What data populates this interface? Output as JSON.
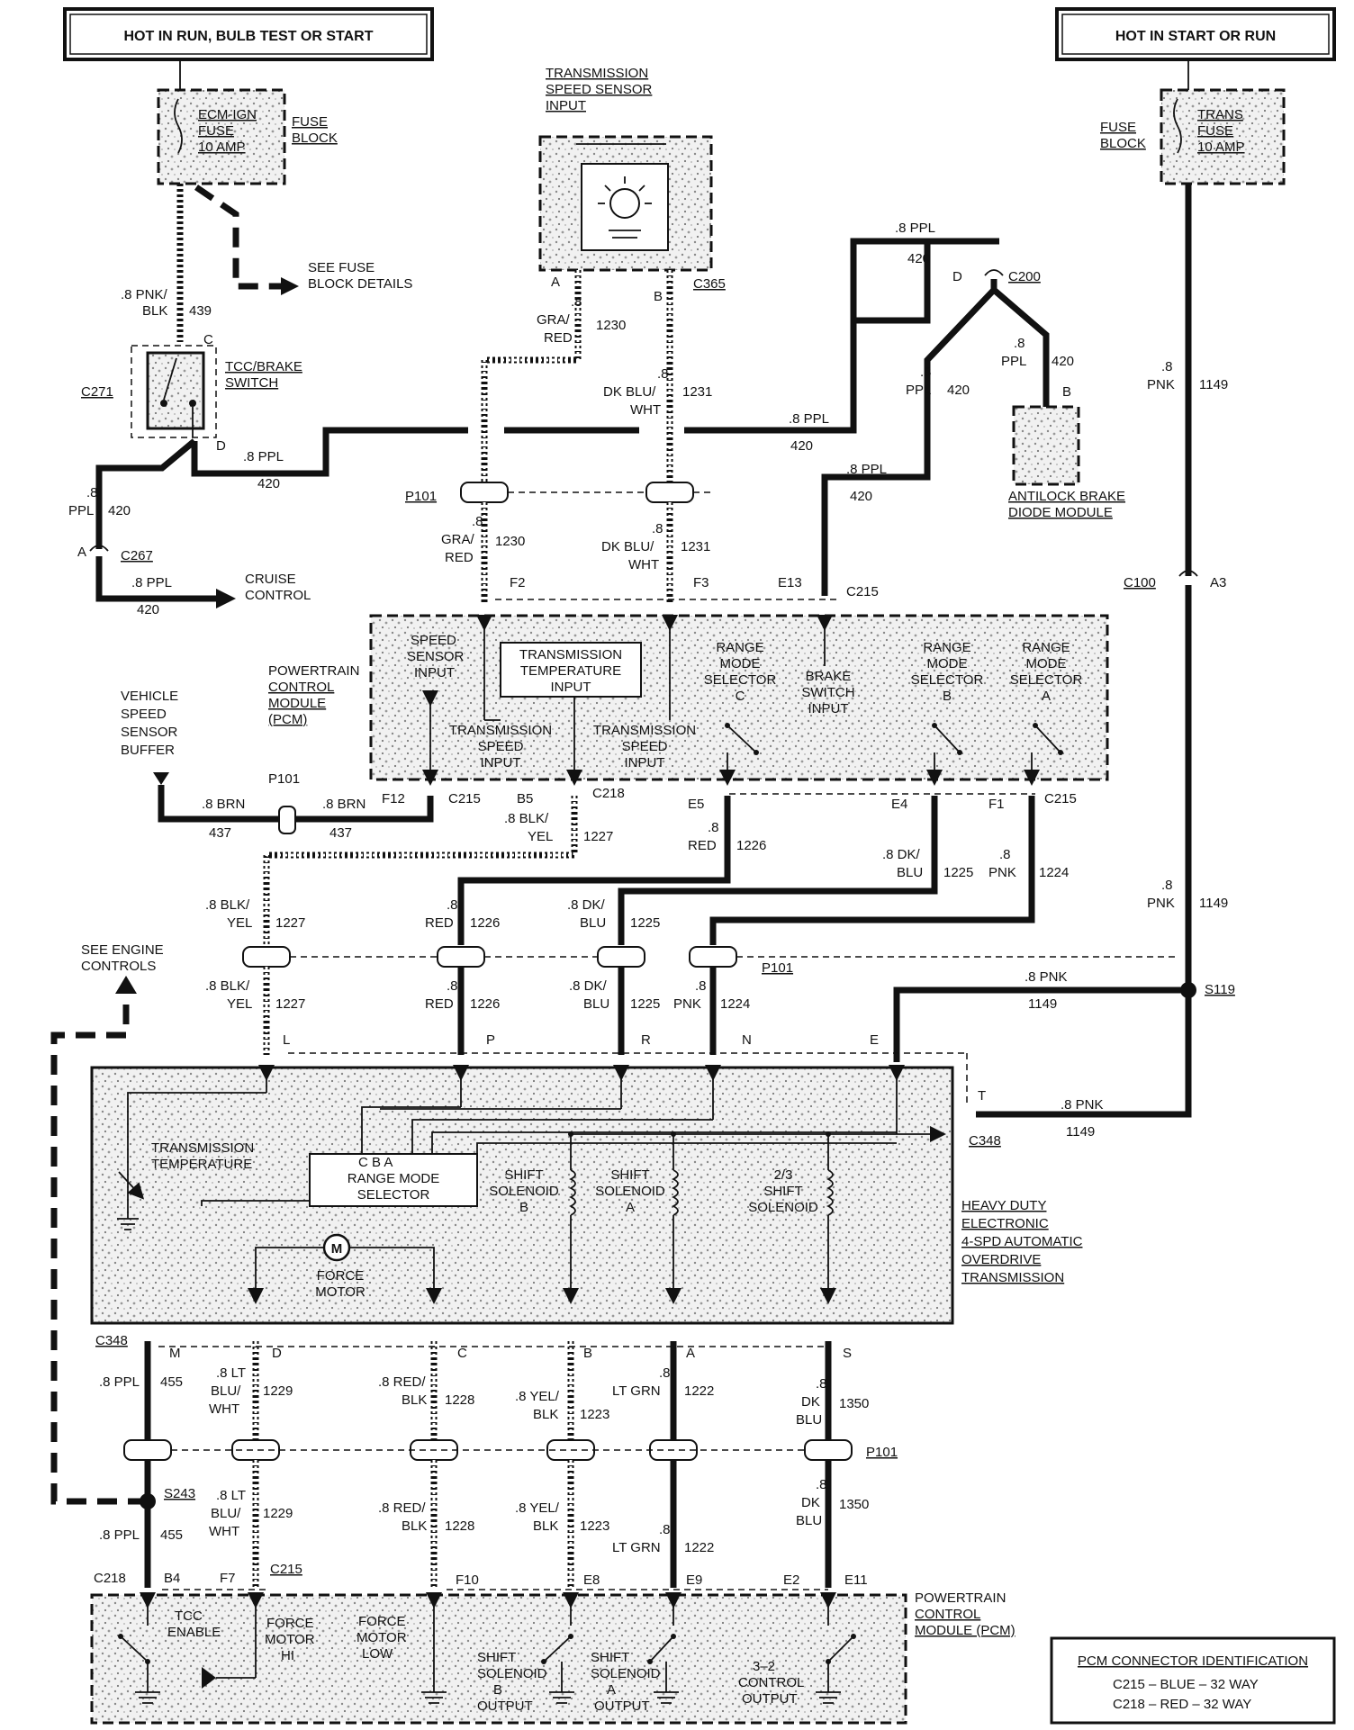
{
  "power": {
    "left_title": "HOT IN RUN, BULB TEST OR START",
    "right_title": "HOT IN START OR RUN"
  },
  "fuses": {
    "ecm": "ECM-IGN FUSE 10 AMP",
    "trans": "TRANS FUSE 10 AMP",
    "block_label": "FUSE BLOCK",
    "see_details": "SEE FUSE BLOCK DETAILS"
  },
  "components": {
    "tss": "TRANSMISSION SPEED SENSOR INPUT",
    "tcc_switch": "TCC/BRAKE SWITCH",
    "antilock": "ANTILOCK BRAKE DIODE MODULE",
    "cruise": "CRUISE CONTROL",
    "vss_buffer": "VEHICLE SPEED SENSOR BUFFER",
    "see_engine": "SEE ENGINE CONTROLS",
    "pcm_label": "POWERTRAIN CONTROL MODULE (PCM)",
    "trans_label": "HEAVY DUTY ELECTRONIC 4-SPD AUTOMATIC OVERDRIVE TRANSMISSION"
  },
  "pcm_top": {
    "speed_sensor_input": "SPEED SENSOR INPUT",
    "trans_temp_input": "TRANSMISSION TEMPERATURE INPUT",
    "tsi_1": "TRANSMISSION SPEED INPUT",
    "tsi_2": "TRANSMISSION SPEED INPUT",
    "rms_c": "RANGE MODE SELECTOR C",
    "brake_input": "BRAKE SWITCH INPUT",
    "rms_b": "RANGE MODE SELECTOR B",
    "rms_a": "RANGE MODE SELECTOR A"
  },
  "trans_internal": {
    "temp": "TRANSMISSION TEMPERATURE",
    "rms": "RANGE MODE SELECTOR",
    "rms_pins": "C B A",
    "ssb": "SHIFT SOLENOID B",
    "ssa": "SHIFT SOLENOID A",
    "ss23": "2/3 SHIFT SOLENOID",
    "force_motor": "FORCE MOTOR",
    "motor_symbol": "M"
  },
  "pcm_bottom": {
    "tcc": "TCC ENABLE",
    "fm_hi": "FORCE MOTOR HI",
    "fm_low": "FORCE MOTOR LOW",
    "ssb_out": "SHIFT SOLENOID B OUTPUT",
    "ssa_out": "SHIFT SOLENOID A OUTPUT",
    "cntl_32": "3-2 CONTROL OUTPUT"
  },
  "connectors": {
    "c271": "C271",
    "c267": "C267",
    "c365": "C365",
    "c200": "C200",
    "p101": "P101",
    "c215": "C215",
    "c218": "C218",
    "c100": "C100",
    "s119": "S119",
    "c348": "C348",
    "s243": "S243"
  },
  "pins": {
    "c": "C",
    "d": "D",
    "a": "A",
    "b": "B",
    "f2": "F2",
    "f3": "F3",
    "e13": "E13",
    "a3": "A3",
    "f12": "F12",
    "b5": "B5",
    "e5": "E5",
    "e4": "E4",
    "f1": "F1",
    "l": "L",
    "p": "P",
    "r": "R",
    "n": "N",
    "e": "E",
    "t": "T",
    "m": "M",
    "bb": "B",
    "s": "S",
    "b4": "B4",
    "f7": "F7",
    "f10": "F10",
    "e8": "E8",
    "e9": "E9",
    "e2": "E2",
    "e11": "E11"
  },
  "wires": {
    "w439": ".8 PNK/ BLK 439",
    "w420": "420",
    "ppl8": ".8 PPL",
    "ppl8b": ".8 PPL",
    "ppl_v": ".8 PPL",
    "gra_red": ".8 GRA/ RED",
    "n1230": "1230",
    "dkblu_wht": ".8 DK BLU/ WHT",
    "n1231": "1231",
    "pnk8": ".8 PNK",
    "n1149": "1149",
    "brn8": ".8 BRN",
    "n437": "437",
    "blk_yel": ".8 BLK/ YEL",
    "n1227": "1227",
    "red8": ".8 RED",
    "n1226": "1226",
    "dkblu8": ".8 DK/ BLU",
    "n1225": "1225",
    "n1224": "1224",
    "n455": "455",
    "ltblu_wht": ".8 LT BLU/ WHT",
    "n1229": "1229",
    "red_blk": ".8 RED/ BLK",
    "n1228": "1228",
    "yel_blk": ".8 YEL/ BLK",
    "n1223": "1223",
    "ltgrn": ".8 LT GRN",
    "n1222": "1222",
    "dk_blu": ".8 DK BLU",
    "n1350": "1350"
  },
  "legend": {
    "title": "PCM CONNECTOR IDENTIFICATION",
    "line1": "C215 – BLUE – 32 WAY",
    "line2": "C218 – RED – 32 WAY"
  }
}
